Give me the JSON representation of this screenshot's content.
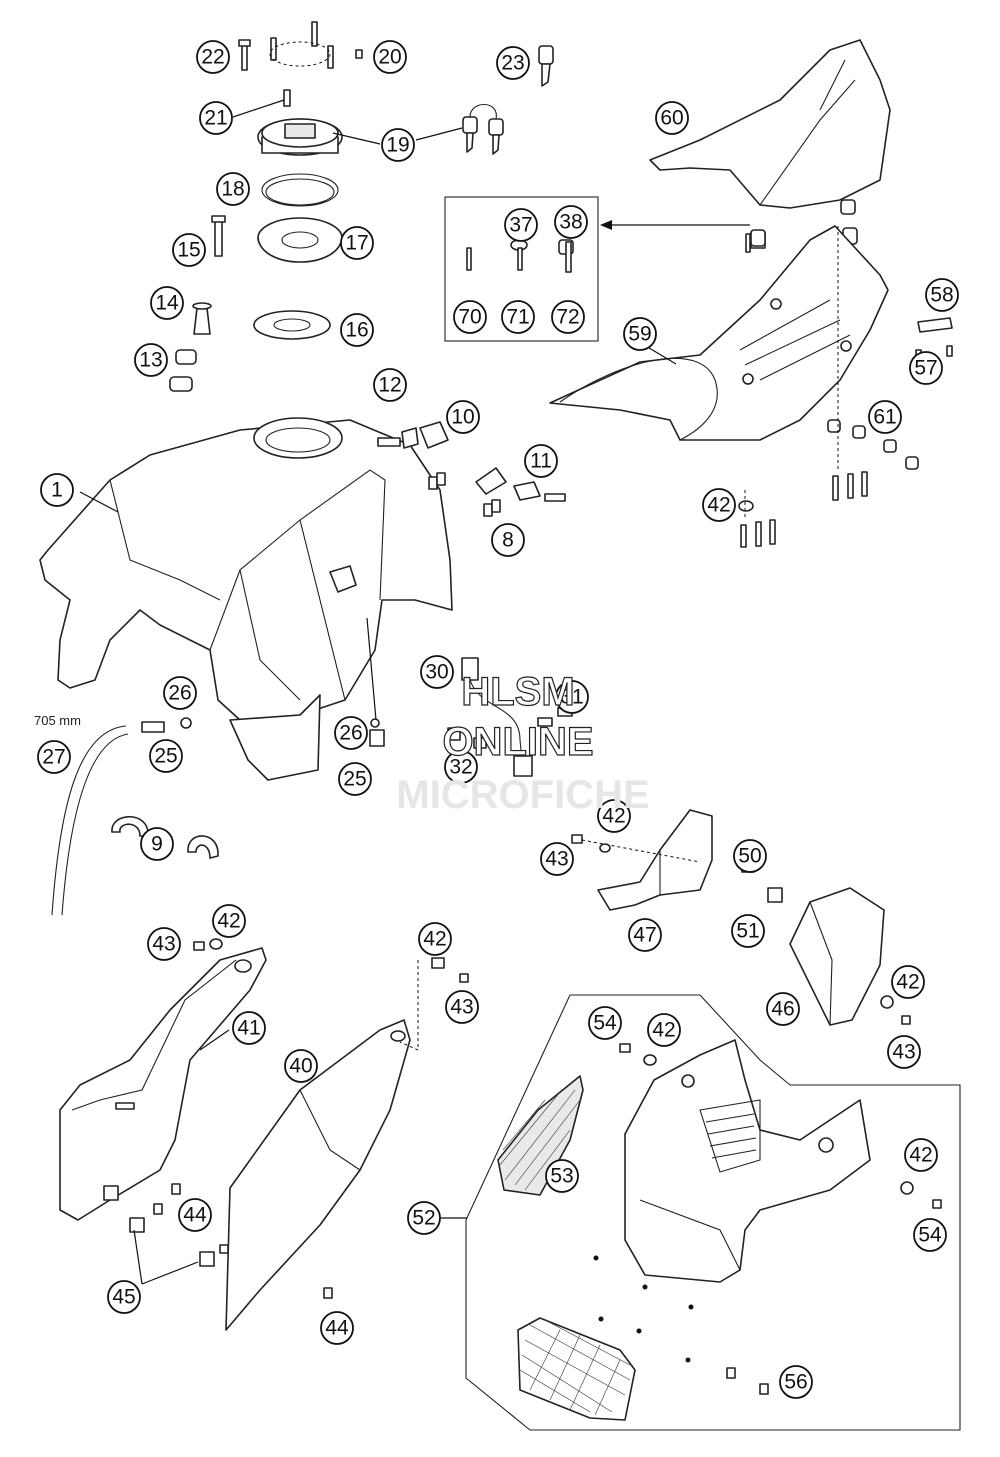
{
  "diagram": {
    "hose_length_label": "705 mm",
    "watermark": [
      "HLSM",
      "ONLINE",
      "MICROFICHE"
    ]
  },
  "callouts": [
    {
      "id": "c22",
      "label": "22"
    },
    {
      "id": "c20",
      "label": "20"
    },
    {
      "id": "c23",
      "label": "23"
    },
    {
      "id": "c21",
      "label": "21"
    },
    {
      "id": "c19",
      "label": "19"
    },
    {
      "id": "c60",
      "label": "60"
    },
    {
      "id": "c18",
      "label": "18"
    },
    {
      "id": "c37",
      "label": "37"
    },
    {
      "id": "c38",
      "label": "38"
    },
    {
      "id": "c15",
      "label": "15"
    },
    {
      "id": "c17",
      "label": "17"
    },
    {
      "id": "c14",
      "label": "14"
    },
    {
      "id": "c16",
      "label": "16"
    },
    {
      "id": "c70",
      "label": "70"
    },
    {
      "id": "c71",
      "label": "71"
    },
    {
      "id": "c72",
      "label": "72"
    },
    {
      "id": "c58",
      "label": "58"
    },
    {
      "id": "c59",
      "label": "59"
    },
    {
      "id": "c13",
      "label": "13"
    },
    {
      "id": "c57",
      "label": "57"
    },
    {
      "id": "c12",
      "label": "12"
    },
    {
      "id": "c10",
      "label": "10"
    },
    {
      "id": "c61",
      "label": "61"
    },
    {
      "id": "c11",
      "label": "11"
    },
    {
      "id": "c1",
      "label": "1"
    },
    {
      "id": "c42a",
      "label": "42"
    },
    {
      "id": "c8",
      "label": "8"
    },
    {
      "id": "c30",
      "label": "30"
    },
    {
      "id": "c31",
      "label": "31"
    },
    {
      "id": "c26a",
      "label": "26"
    },
    {
      "id": "c27",
      "label": "27"
    },
    {
      "id": "c25a",
      "label": "25"
    },
    {
      "id": "c26b",
      "label": "26"
    },
    {
      "id": "c32",
      "label": "32"
    },
    {
      "id": "c25b",
      "label": "25"
    },
    {
      "id": "c42b",
      "label": "42"
    },
    {
      "id": "c9",
      "label": "9"
    },
    {
      "id": "c43a",
      "label": "43"
    },
    {
      "id": "c50",
      "label": "50"
    },
    {
      "id": "c47",
      "label": "47"
    },
    {
      "id": "c51",
      "label": "51"
    },
    {
      "id": "c42c",
      "label": "42"
    },
    {
      "id": "c43b",
      "label": "43"
    },
    {
      "id": "c42d",
      "label": "42"
    },
    {
      "id": "c43c",
      "label": "43"
    },
    {
      "id": "c42e",
      "label": "42"
    },
    {
      "id": "c41",
      "label": "41"
    },
    {
      "id": "c46",
      "label": "46"
    },
    {
      "id": "c43d",
      "label": "43"
    },
    {
      "id": "c54a",
      "label": "54"
    },
    {
      "id": "c42f",
      "label": "42"
    },
    {
      "id": "c40",
      "label": "40"
    },
    {
      "id": "c53",
      "label": "53"
    },
    {
      "id": "c42g",
      "label": "42"
    },
    {
      "id": "c52",
      "label": "52"
    },
    {
      "id": "c44a",
      "label": "44"
    },
    {
      "id": "c54b",
      "label": "54"
    },
    {
      "id": "c45",
      "label": "45"
    },
    {
      "id": "c44b",
      "label": "44"
    },
    {
      "id": "c56",
      "label": "56"
    }
  ]
}
